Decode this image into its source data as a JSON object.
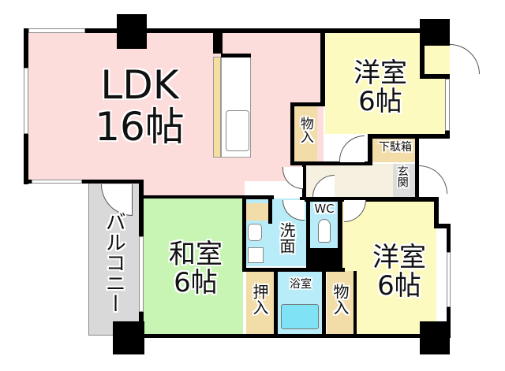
{
  "floor_plan": {
    "rooms": {
      "ldk": {
        "name": "LDK",
        "size": "16帖",
        "color": "#fddcdc"
      },
      "western_north": {
        "name": "洋室",
        "size": "6帖",
        "color": "#fdfac0"
      },
      "western_south": {
        "name": "洋室",
        "size": "6帖",
        "color": "#fdfac0"
      },
      "japanese": {
        "name": "和室",
        "size": "6帖",
        "color": "#c8f5b4"
      },
      "balcony": {
        "name": "バルコニー",
        "color": "#d9d9d9"
      },
      "washroom": {
        "name": "洗面",
        "color": "#b8ecf8"
      },
      "bathroom": {
        "name": "浴室",
        "color": "#b8ecf8"
      },
      "wc": {
        "name": "WC",
        "color": "#b8ecf8"
      },
      "entrance": {
        "name": "玄関",
        "color": "#dcdcdc"
      },
      "shoe_box": {
        "name": "下駄箱",
        "color": "#f2dca8"
      },
      "hallway": {
        "color": "#f6f0e0"
      },
      "storage_north": {
        "name": "物入",
        "color": "#f2dca8"
      },
      "storage_south": {
        "name": "物入",
        "color": "#f2dca8"
      },
      "closet": {
        "name": "押入",
        "color": "#f2dca8"
      }
    },
    "colors": {
      "wall": "#000000",
      "kitchen_counter": "#f6dea0",
      "bathtub": "#7fe3f5"
    }
  }
}
